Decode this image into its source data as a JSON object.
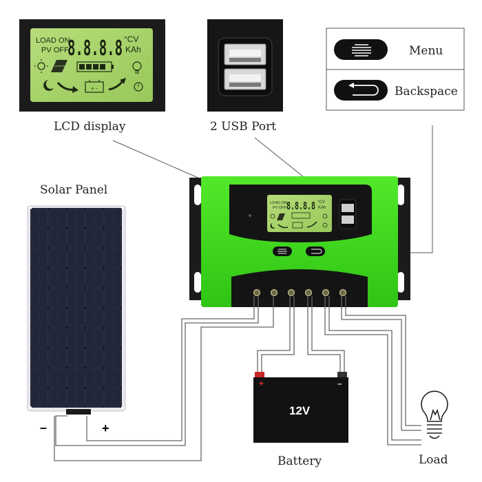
{
  "labels": {
    "lcd_display": "LCD display",
    "usb_port": "2 USB Port",
    "menu": "Menu",
    "backspace": "Backspace",
    "solar_panel": "Solar Panel",
    "battery": "Battery",
    "load": "Load",
    "minus": "–",
    "plus": "+"
  },
  "lcd": {
    "load_on": "LOAD ON",
    "pv_off": "PV OFF",
    "digits": "8.8.8.8",
    "unit_top": "°CV",
    "unit_bottom": "KAh"
  },
  "battery": {
    "voltage": "12V",
    "plus": "+",
    "minus": "–"
  },
  "colors": {
    "controller_green": "#3fdc1a",
    "lcd_green": "#a9d46a",
    "panel_blue": "#1b1e2e"
  }
}
